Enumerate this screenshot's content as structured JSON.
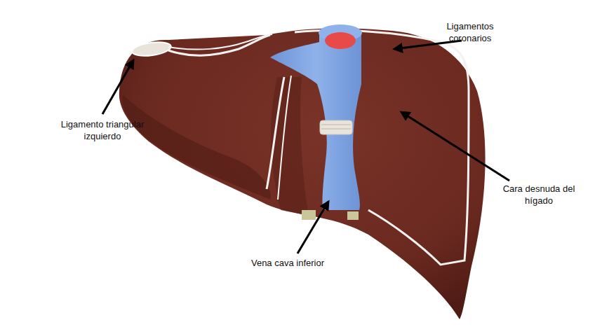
{
  "diagram": {
    "labels": [
      "Ligamentos coronarios",
      "Ligamento triangular izquierdo",
      "Cara desnuda del hígado",
      "Vena cava inferior"
    ]
  }
}
